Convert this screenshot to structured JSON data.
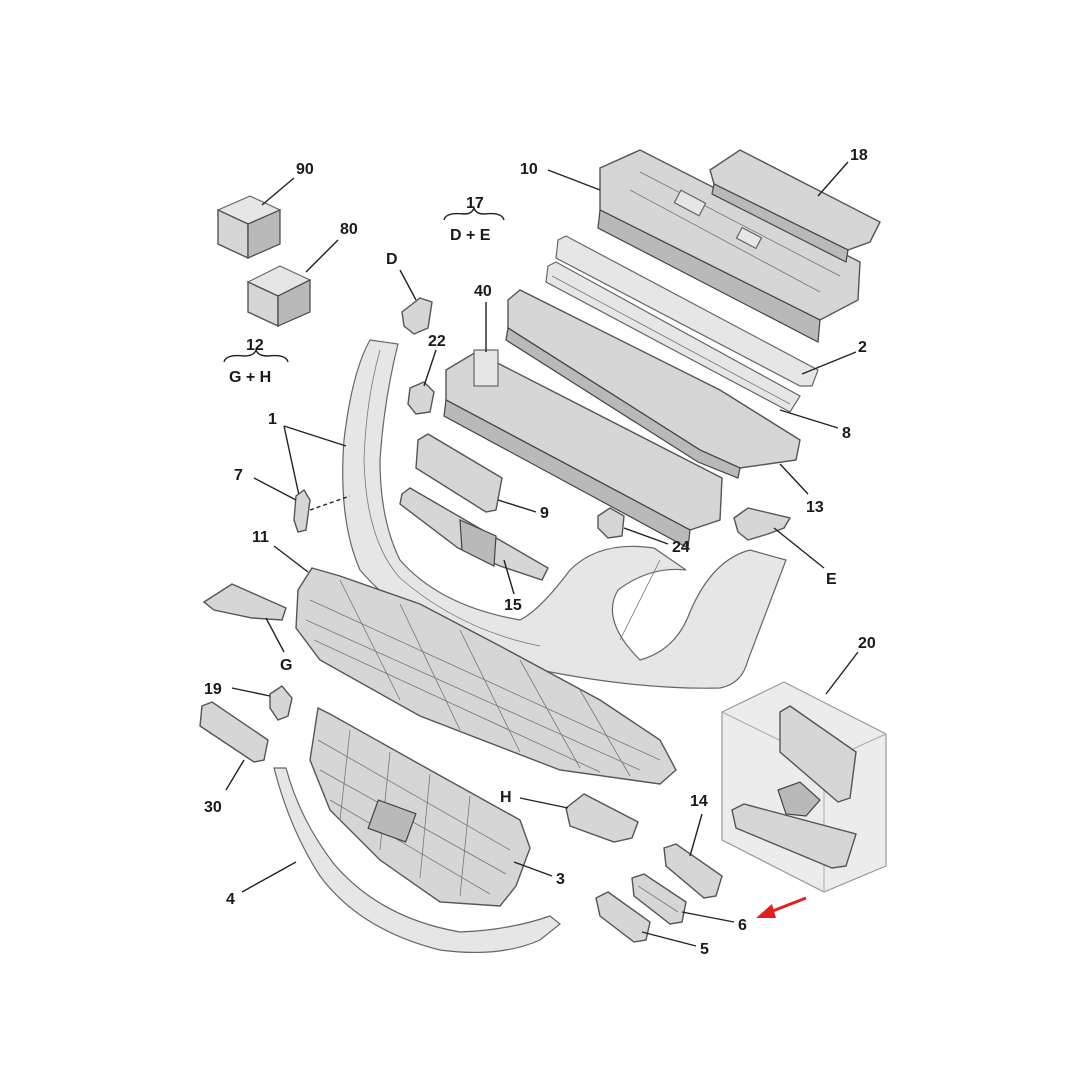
{
  "callouts": {
    "c90": "90",
    "c80": "80",
    "c12": "12",
    "c12_sub": "G + H",
    "c17": "17",
    "c17_sub": "D + E",
    "c10": "10",
    "c18": "18",
    "cD": "D",
    "c40": "40",
    "c22": "22",
    "c2": "2",
    "c8": "8",
    "c1": "1",
    "c7": "7",
    "c9": "9",
    "c13": "13",
    "c24": "24",
    "cE": "E",
    "c11": "11",
    "c15": "15",
    "c30": "30",
    "c19": "19",
    "cG": "G",
    "c20": "20",
    "cH": "H",
    "c14": "14",
    "c3": "3",
    "c4": "4",
    "c6": "6",
    "c5": "5"
  },
  "colors": {
    "highlight_arrow": "#e02020",
    "part_fill": "#d6d6d6",
    "line": "#222222"
  }
}
